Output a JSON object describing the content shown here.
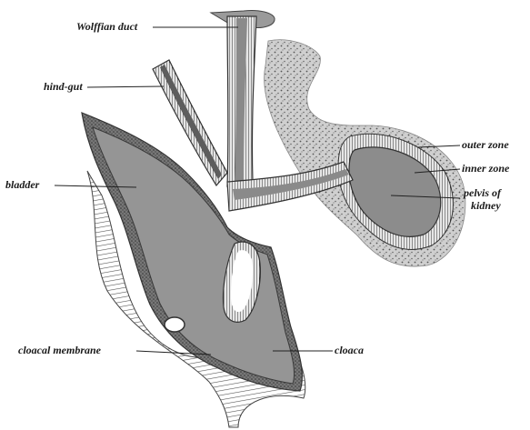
{
  "figure": {
    "labels": {
      "wolffian_duct": "Wolffian duct",
      "hind_gut": "hind-gut",
      "bladder": "bladder",
      "cloacal_membrane": "cloacal membrane",
      "outer_zone": "outer zone",
      "inner_zone": "inner zone",
      "pelvis_of_kidney_line1": "pelvis of",
      "pelvis_of_kidney_line2": "kidney",
      "cloaca": "cloaca"
    }
  },
  "colors": {
    "tissue_fill": "#8f8f8f",
    "tissue_dark": "#6e6e6e",
    "epithelium": "#3a3a3a",
    "outer_zone_fill": "#c9c9c9",
    "membrane_hatch": "#555555",
    "background": "#ffffff"
  }
}
